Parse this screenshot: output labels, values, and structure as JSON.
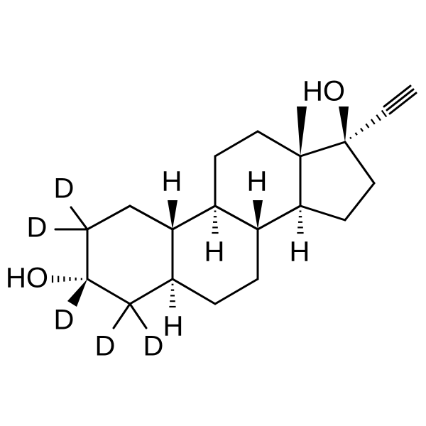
{
  "molecule": {
    "labels": {
      "hydroxyl_17": "HO",
      "hydroxyl_3": "HO",
      "h_9": "H",
      "h_8": "H",
      "h_10": "H",
      "h_14": "H",
      "h_5": "H",
      "d_2a": "D",
      "d_2b": "D",
      "d_3": "D",
      "d_4a": "D",
      "d_4b": "D"
    },
    "stroke_color": "#000000",
    "background": "#ffffff"
  }
}
